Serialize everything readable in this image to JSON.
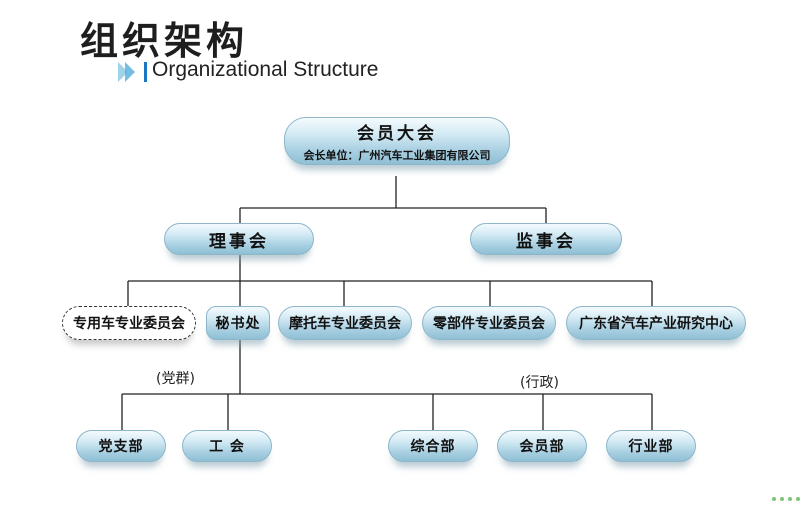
{
  "header": {
    "title": "组织架构",
    "subtitle": "Organizational Structure"
  },
  "chart": {
    "root": {
      "label": "会员大会",
      "sub": "会长单位：广州汽车工业集团有限公司"
    },
    "level2": [
      {
        "label": "理事会"
      },
      {
        "label": "监事会"
      }
    ],
    "committees": [
      {
        "label": "专用车专业委员会"
      },
      {
        "label": "秘书处"
      },
      {
        "label": "摩托车专业委员会"
      },
      {
        "label": "零部件专业委员会"
      },
      {
        "label": "广东省汽车产业研究中心"
      }
    ],
    "groups": {
      "party": "(党群)",
      "admin": "(行政)"
    },
    "departments": [
      {
        "label": "党支部"
      },
      {
        "label": "工 会"
      },
      {
        "label": "综合部"
      },
      {
        "label": "会员部"
      },
      {
        "label": "行业部"
      }
    ]
  },
  "colors": {
    "node_fill": "#a9d0e2",
    "node_border": "#8db6c9",
    "line": "#222222",
    "accent": "#1a78c2"
  },
  "icons": {
    "title_marker": "double-chevron-icon"
  }
}
